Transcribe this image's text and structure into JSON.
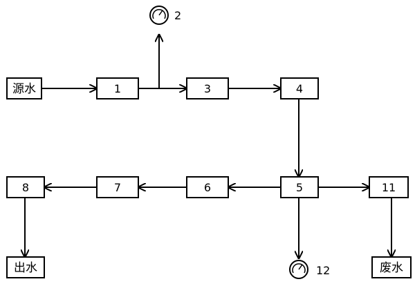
{
  "nodes": {
    "source_water": "源水",
    "n1": "1",
    "n2": "2",
    "n3": "3",
    "n4": "4",
    "n5": "5",
    "n6": "6",
    "n7": "7",
    "n8": "8",
    "n11": "11",
    "n12": "12",
    "outlet_water": "出水",
    "waste_water": "废水"
  },
  "connections": [
    [
      "源水",
      "1"
    ],
    [
      "1",
      "3"
    ],
    [
      "1",
      "2"
    ],
    [
      "3",
      "4"
    ],
    [
      "4",
      "5"
    ],
    [
      "5",
      "6"
    ],
    [
      "6",
      "7"
    ],
    [
      "7",
      "8"
    ],
    [
      "8",
      "出水"
    ],
    [
      "5",
      "11"
    ],
    [
      "11",
      "废水"
    ],
    [
      "5",
      "12"
    ]
  ]
}
